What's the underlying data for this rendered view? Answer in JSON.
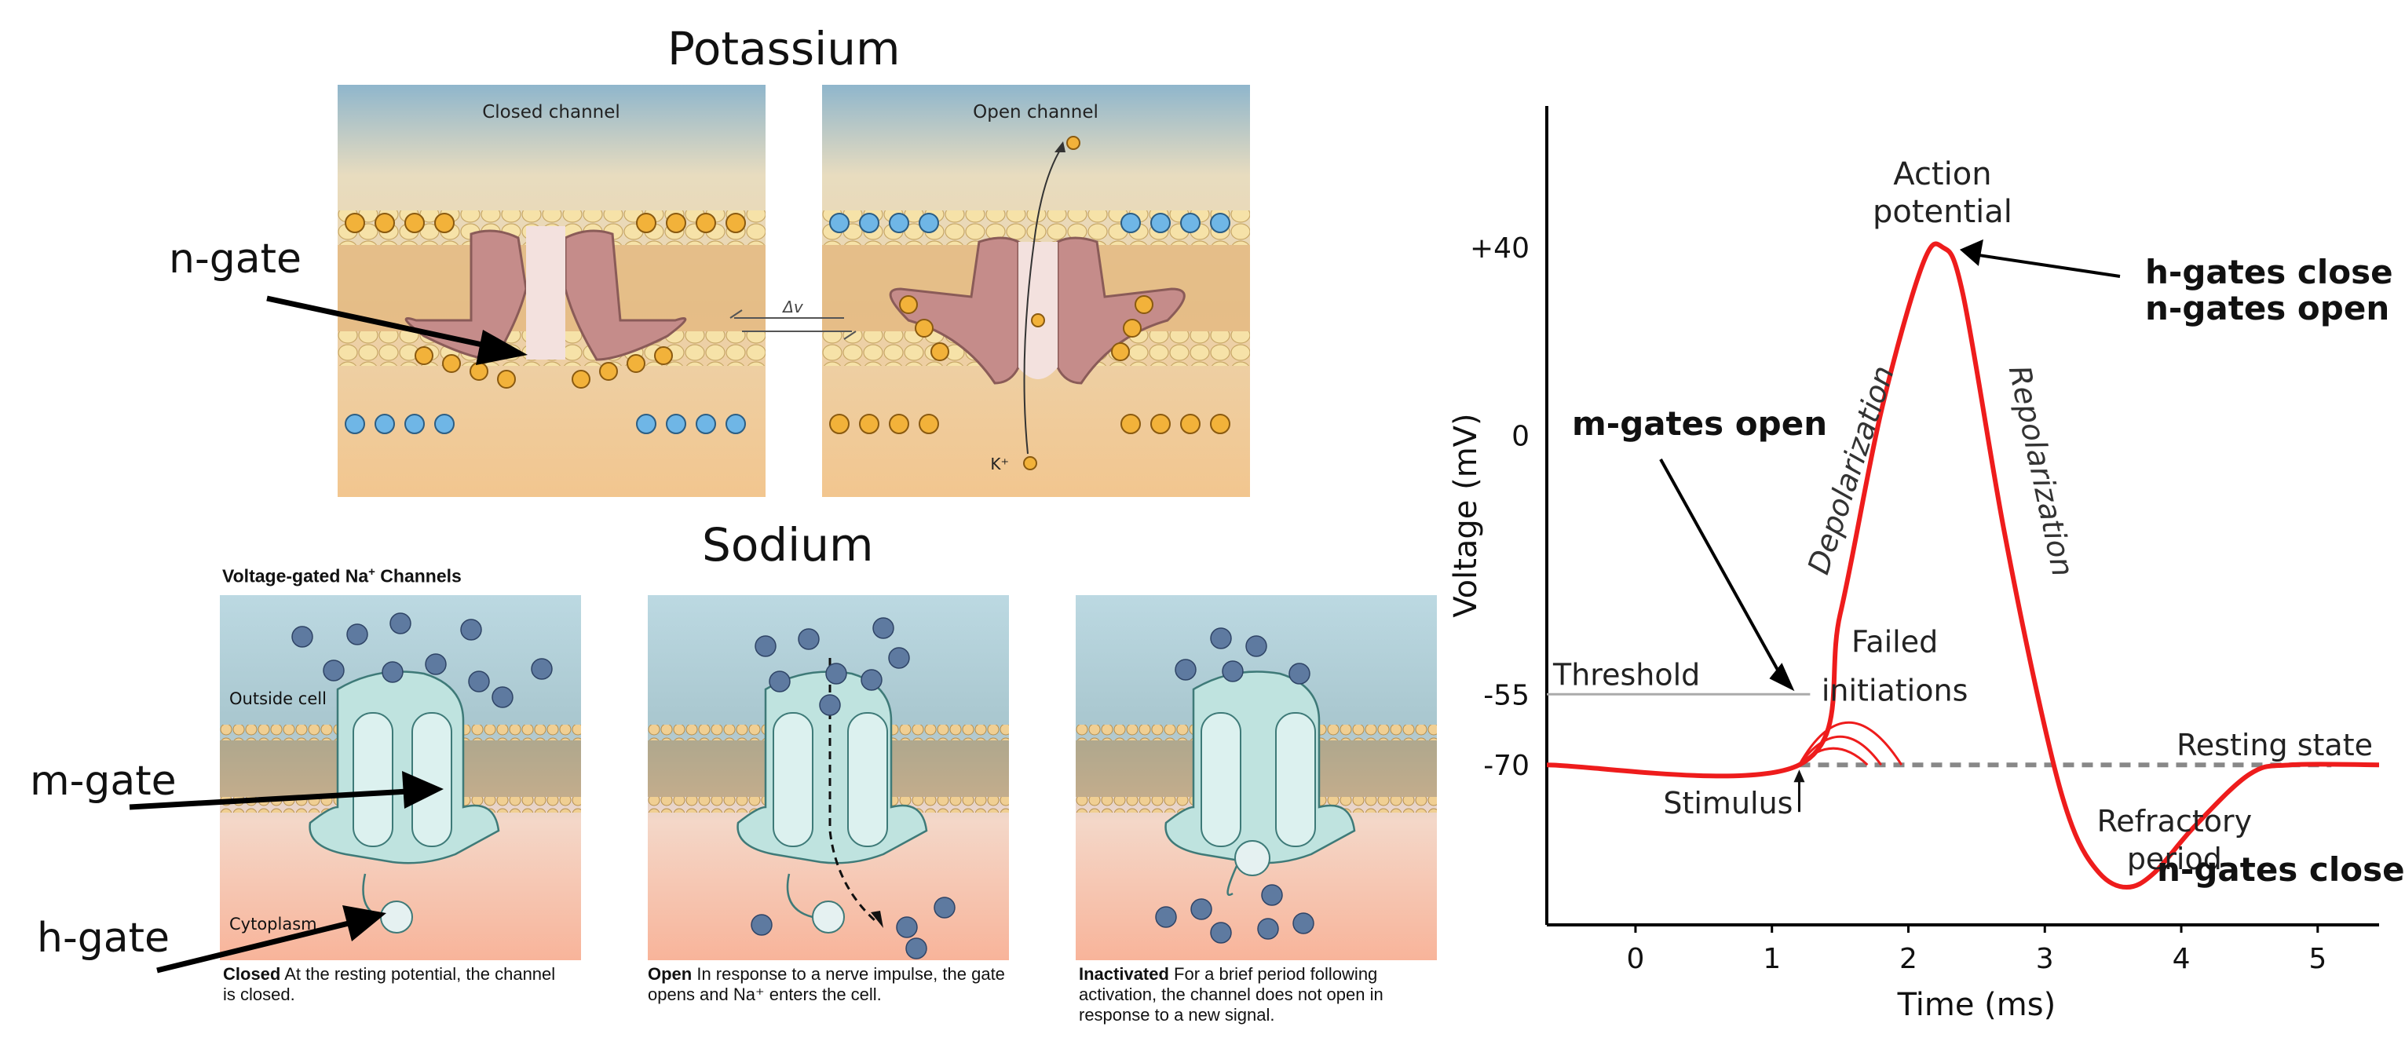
{
  "potassium": {
    "title": "Potassium",
    "closed_label": "Closed channel",
    "open_label": "Open channel",
    "delta_v": "Δv",
    "ion_label": "K⁺",
    "gate_callout": "n-gate"
  },
  "sodium": {
    "title": "Sodium",
    "figure_title_main": "Voltage-gated Na",
    "figure_title_sup": "+",
    "figure_title_end": " Channels",
    "outside_label": "Outside cell",
    "cytoplasm_label": "Cytoplasm",
    "m_gate_callout": "m-gate",
    "h_gate_callout": "h-gate",
    "panels": [
      {
        "state": "Closed",
        "text": " At the resting potential, the channel is closed."
      },
      {
        "state": "Open",
        "text": " In response to a nerve impulse, the gate opens and Na⁺ enters the cell."
      },
      {
        "state": "Inactivated",
        "text": " For a brief period following activation, the channel does not open in response to a new signal."
      }
    ]
  },
  "action_potential": {
    "ylabel": "Voltage (mV)",
    "xlabel": "Time (ms)",
    "y_ticks": [
      "+40",
      "0",
      "-55",
      "-70"
    ],
    "x_ticks": [
      "0",
      "1",
      "2",
      "3",
      "4",
      "5"
    ],
    "labels": {
      "peak": [
        "Action",
        "potential"
      ],
      "threshold": "Threshold",
      "depolarization": "Depolarization",
      "repolarization": "Repolarization",
      "failed": [
        "Failed",
        "initiations"
      ],
      "resting": "Resting state",
      "stimulus": "Stimulus",
      "refractory": [
        "Refractory",
        "period"
      ]
    },
    "annotations": {
      "m_open": "m-gates open",
      "h_close": "h-gates close",
      "n_open": "n-gates open",
      "n_close": "n-gates close"
    },
    "colors": {
      "trace": "#ee1c1c",
      "threshold_line": "#aaaaaa",
      "resting_dash": "#888888"
    }
  },
  "chart_data": {
    "type": "line",
    "title": "",
    "xlabel": "Time (ms)",
    "ylabel": "Voltage (mV)",
    "xlim": [
      -0.65,
      5.45
    ],
    "ylim": [
      -104,
      70
    ],
    "x_ticks": [
      0,
      1,
      2,
      3,
      4,
      5
    ],
    "y_ticks": [
      40,
      0,
      -55,
      -70
    ],
    "grid": false,
    "series": [
      {
        "name": "",
        "x": [
          -0.65,
          1.2,
          1.5,
          1.8,
          2.1,
          2.25,
          2.4,
          2.7,
          3.0,
          3.2,
          3.4,
          3.6,
          3.8,
          4.1,
          4.5,
          4.8,
          5.45
        ],
        "y": [
          -70,
          -70,
          -38,
          5,
          36,
          40,
          30,
          -20,
          -62,
          -83,
          -93,
          -96,
          -93,
          -83,
          -72,
          -70,
          -70
        ]
      }
    ]
  }
}
